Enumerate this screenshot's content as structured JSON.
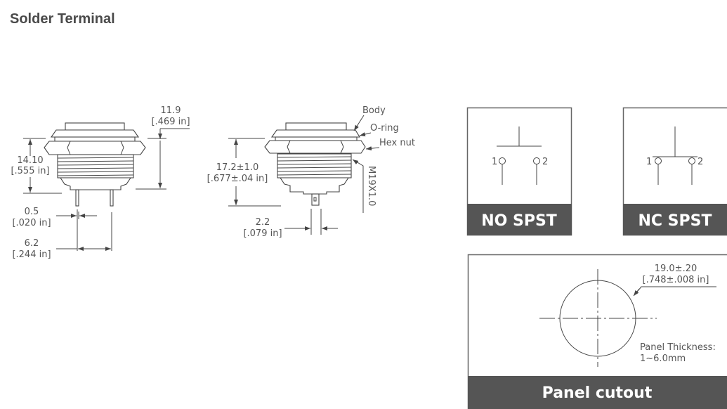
{
  "title": "Solder Terminal",
  "side_view": {
    "height_dim": {
      "mm": "14.10",
      "in": "[.555 in]"
    },
    "overall_dim": {
      "mm": "11.9",
      "in": "[.469 in]"
    },
    "pin_width_dim": {
      "mm": "0.5",
      "in": "[.020 in]"
    },
    "pin_spacing_dim": {
      "mm": "6.2",
      "in": "[.244 in]"
    }
  },
  "front_view": {
    "height_dim": {
      "mm": "17.2±1.0",
      "in": "[.677±.04 in]"
    },
    "pin_width_dim": {
      "mm": "2.2",
      "in": "[.079 in]"
    },
    "labels": {
      "body": "Body",
      "oring": "O-ring",
      "hex_nut": "Hex nut",
      "thread": "M19X1.0"
    }
  },
  "no_spst": {
    "label": "NO SPST",
    "pin1": "1",
    "pin2": "2"
  },
  "nc_spst": {
    "label": "NC SPST",
    "pin1": "1",
    "pin2": "2"
  },
  "panel_cutout": {
    "label": "Panel cutout",
    "diameter_mm": "19.0±.20",
    "diameter_in": "[.748±.008 in]",
    "thickness_label": "Panel Thickness:",
    "thickness_value": "1~6.0mm"
  },
  "colors": {
    "band": "#555555",
    "line": "#444444",
    "text": "#555555"
  }
}
